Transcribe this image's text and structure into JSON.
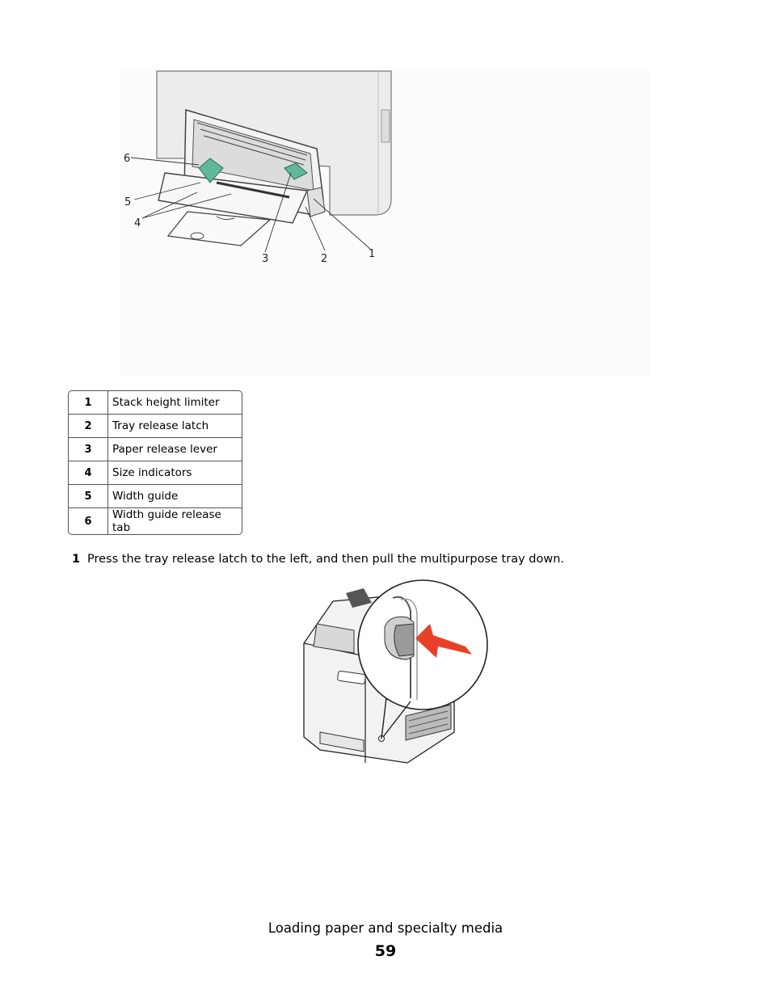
{
  "figure1": {
    "callouts": [
      "1",
      "2",
      "3",
      "4",
      "5",
      "6"
    ]
  },
  "legend": {
    "rows": [
      {
        "num": "1",
        "label": "Stack height limiter"
      },
      {
        "num": "2",
        "label": "Tray release latch"
      },
      {
        "num": "3",
        "label": "Paper release lever"
      },
      {
        "num": "4",
        "label": "Size indicators"
      },
      {
        "num": "5",
        "label": "Width guide"
      },
      {
        "num": "6",
        "label": "Width guide release tab"
      }
    ]
  },
  "step": {
    "number": "1",
    "text": "Press the tray release latch to the left, and then pull the multipurpose tray down."
  },
  "footer": {
    "title": "Loading paper and specialty media",
    "page_number": "59"
  },
  "colors": {
    "guide_green": "#5fb89a",
    "arrow_red": "#e8412a",
    "line_gray": "#333333"
  }
}
